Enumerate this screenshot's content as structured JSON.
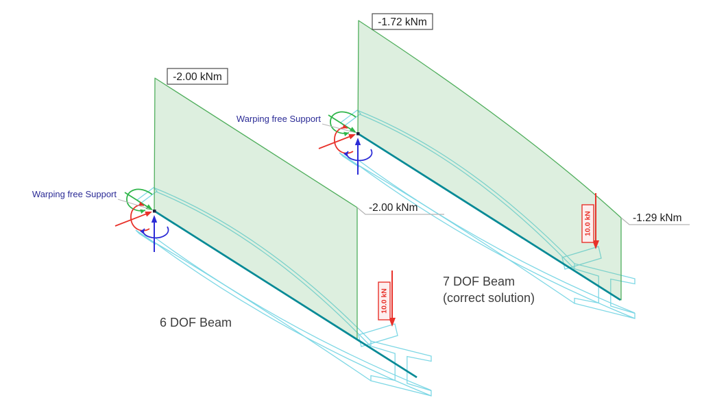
{
  "figure": {
    "description": "Comparison of torsional moment diagrams for a 6 DOF beam element and a 7 DOF beam element (warping)",
    "unit_moment": "kNm",
    "unit_force": "kN"
  },
  "beams": [
    {
      "id": "6dof",
      "label": "6 DOF Beam",
      "sublabel": "",
      "support_label": "Warping free Support",
      "load_label": "10.0 kN",
      "moment_at_support": "-2.00 kNm",
      "moment_at_load": "-2.00 kNm"
    },
    {
      "id": "7dof",
      "label": "7 DOF Beam",
      "sublabel": "(correct solution)",
      "support_label": "Warping free Support",
      "load_label": "10.0 kN",
      "moment_at_support": "-1.72 kNm",
      "moment_at_load": "-1.29 kNm"
    }
  ],
  "results": {
    "applied_load": "10.0 kN",
    "torsional_moment_6dof_support": -2.0,
    "torsional_moment_6dof_at_load": -2.0,
    "torsional_moment_7dof_support": -1.72,
    "torsional_moment_7dof_at_load": -1.29
  },
  "colors": {
    "beam_wireframe": "#7dd7e5",
    "beam_axis": "#078a96",
    "diagram_edge": "#4fae5c",
    "diagram_fill": "rgba(125,193,132,0.26)",
    "load_red": "#e8312a",
    "load_box_fill": "#fdeeee",
    "support_green": "#2fb54a",
    "support_red": "#e8312a",
    "support_blue": "#2b2bd6",
    "node_dark": "#1d2340",
    "label_blue": "#2b2b96",
    "leader_gray": "#b5b5b5",
    "box_border": "#4a4a4a",
    "text_dark": "#1b1b1b",
    "title_gray": "#3c3c3c"
  }
}
